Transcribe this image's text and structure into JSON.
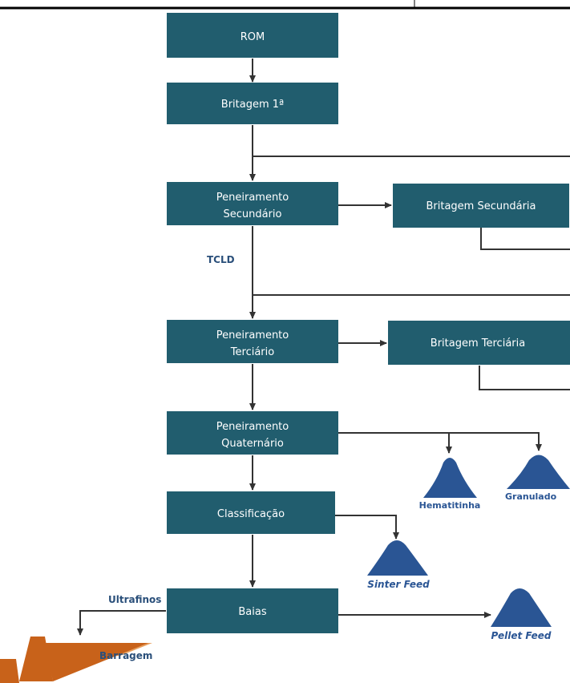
{
  "colors": {
    "box_fill": "#215d6e",
    "box_text": "#ffffff",
    "line": "#333333",
    "pile_fill": "#2a5594",
    "pile_label": "#2a5594",
    "dam_fill": "#c8621a",
    "dam_light": "#e8a060"
  },
  "boxes": {
    "rom": [
      "ROM"
    ],
    "britagem1": [
      "Britagem 1ª"
    ],
    "pen_sec": [
      "Peneiramento",
      "Secundário"
    ],
    "brit_sec": [
      "Britagem Secundária"
    ],
    "pen_ter": [
      "Peneiramento",
      "Terciário"
    ],
    "brit_ter": [
      "Britagem Terciária"
    ],
    "pen_quat": [
      "Peneiramento",
      "Quaternário"
    ],
    "classif": [
      "Classificação"
    ],
    "baias": [
      "Baias"
    ]
  },
  "labels": {
    "tcld": "TCLD",
    "ultrafinos": "Ultrafinos",
    "barragem": "Barragem"
  },
  "piles": {
    "hematitinha": "Hematitinha",
    "granulado": "Granulado",
    "sinter_feed": "Sinter Feed",
    "pellet_feed": "Pellet Feed"
  }
}
